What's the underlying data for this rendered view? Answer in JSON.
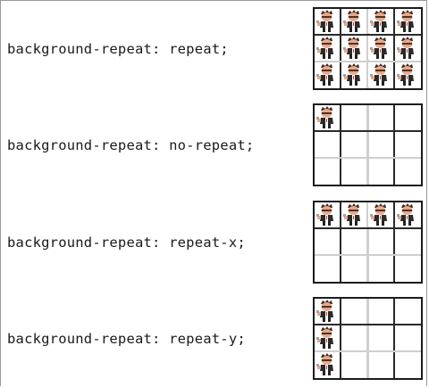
{
  "rows": [
    {
      "label": "background-repeat: repeat;",
      "mode": "repeat"
    },
    {
      "label": "background-repeat: no-repeat;",
      "mode": "no-repeat"
    },
    {
      "label": "background-repeat: repeat-x;",
      "mode": "repeat-x"
    },
    {
      "label": "background-repeat: repeat-y;",
      "mode": "repeat-y"
    }
  ],
  "tile_icon": "character-sprite-icon",
  "colors": {
    "grid_dark": "#1c1c1c",
    "grid_light": "#cfcfcf",
    "text": "#1a1a1a"
  }
}
